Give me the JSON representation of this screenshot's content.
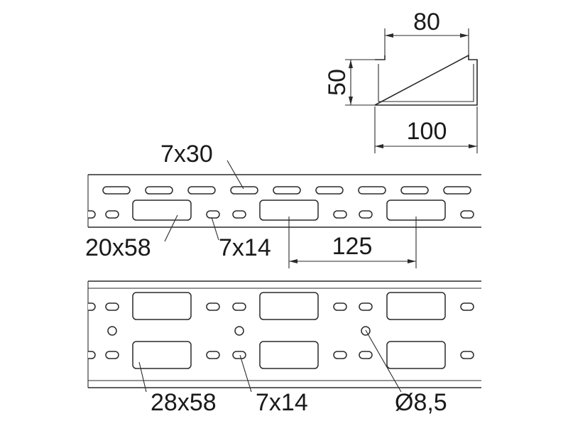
{
  "cross_section": {
    "top_width": "80",
    "height": "50",
    "base_width": "100"
  },
  "side_rail": {
    "slot_top": "7x30",
    "window": "20x58",
    "slot_small": "7x14",
    "pitch": "125"
  },
  "base_panel": {
    "window": "28x58",
    "slot_small": "7x14",
    "round_hole": "Ø8,5"
  },
  "colors": {
    "line": "#2a2a2a",
    "background": "#ffffff"
  }
}
